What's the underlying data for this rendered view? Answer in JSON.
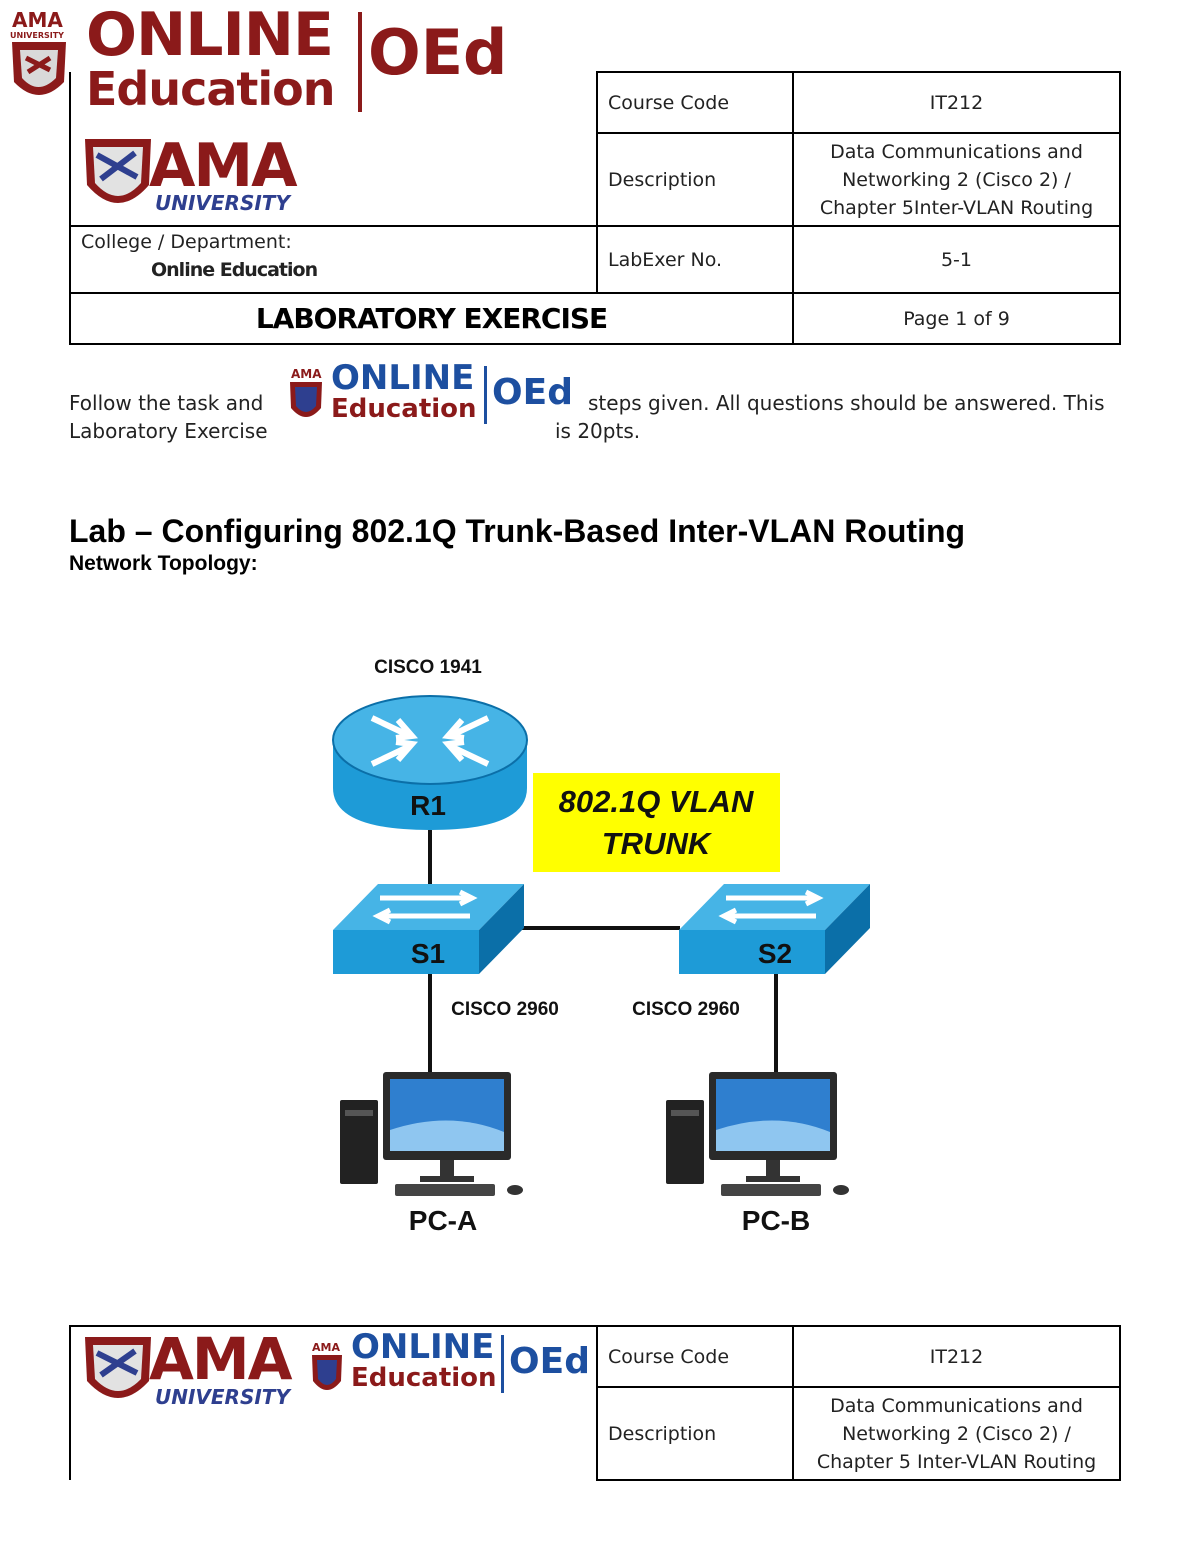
{
  "header": {
    "logo_top": {
      "online": "ONLINE",
      "education": "Education",
      "oed": "OEd",
      "ama_badge": "AMA",
      "university_badge": "UNIVERSITY"
    },
    "ama_logo": {
      "name": "AMA",
      "university": "UNIVERSITY"
    },
    "course_code_label": "Course Code",
    "course_code_value": "IT212",
    "description_label": "Description",
    "description_value_lines": [
      "Data Communications and",
      "Networking 2 (Cisco 2) /",
      "Chapter 5Inter-VLAN Routing"
    ],
    "college_label": "College / Department:",
    "college_value": "Online Education",
    "labexer_label": "LabExer No.",
    "labexer_value": "5-1",
    "banner": "LABORATORY EXERCISE",
    "page": "Page 1 of 9"
  },
  "intro": {
    "left_line1": "Follow the task and",
    "left_line2": "Laboratory Exercise",
    "right_line1": "steps given. All questions should be answered. This",
    "right_line2": "is 20pts.",
    "logo": {
      "online": "ONLINE",
      "education": "Education",
      "oed": "OEd"
    }
  },
  "lab": {
    "title": "Lab – Configuring 802.1Q Trunk-Based Inter-VLAN Routing",
    "subtitle": "Network Topology:"
  },
  "topology": {
    "router_model": "CISCO 1941",
    "router_name": "R1",
    "trunk_label_1": "802.1Q VLAN",
    "trunk_label_2": "TRUNK",
    "switch1_name": "S1",
    "switch2_name": "S2",
    "switch1_model": "CISCO 2960",
    "switch2_model": "CISCO 2960",
    "pc_a": "PC-A",
    "pc_b": "PC-B",
    "colors": {
      "device_blue": "#1e9bd7",
      "device_dark": "#0b6fa8",
      "trunk_yellow": "#ffff00"
    }
  },
  "footer": {
    "ama_logo": {
      "name": "AMA",
      "university": "UNIVERSITY"
    },
    "logo": {
      "online": "ONLINE",
      "education": "Education",
      "oed": "OEd"
    },
    "course_code_label": "Course Code",
    "course_code_value": "IT212",
    "description_label": "Description",
    "description_value_lines": [
      "Data Communications and",
      "Networking 2 (Cisco 2) /",
      "Chapter 5 Inter-VLAN Routing"
    ]
  }
}
